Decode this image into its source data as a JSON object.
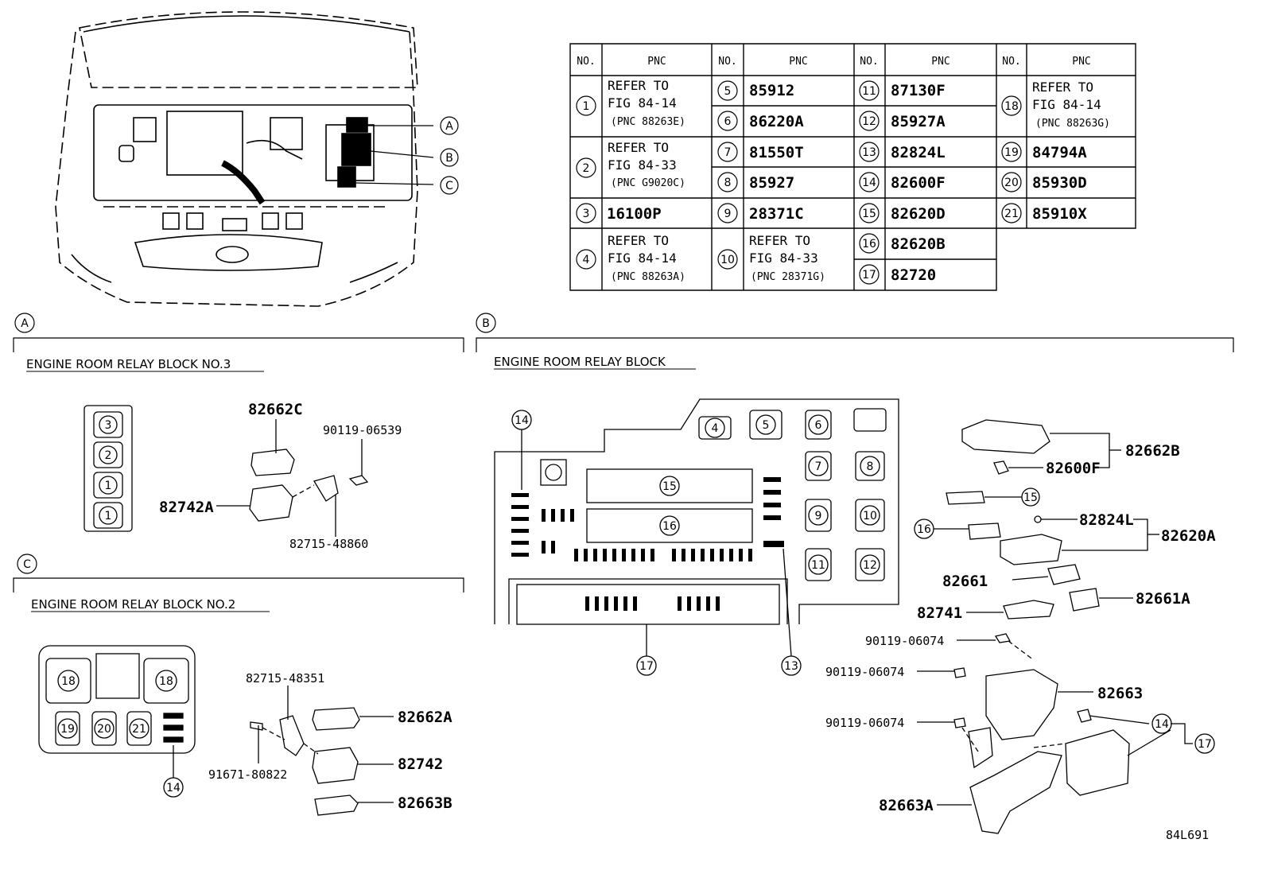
{
  "table": {
    "headers": [
      "NO.",
      "PNC",
      "NO.",
      "PNC",
      "NO.",
      "PNC",
      "NO.",
      "PNC"
    ],
    "col1": [
      {
        "no": "1",
        "line1": "REFER TO",
        "line2": "FIG 84-14",
        "line3": "(PNC 88263E)"
      },
      {
        "no": "2",
        "line1": "REFER TO",
        "line2": "FIG 84-33",
        "line3": "(PNC G9020C)"
      },
      {
        "no": "3",
        "pnc": "16100P"
      },
      {
        "no": "4",
        "line1": "REFER TO",
        "line2": "FIG 84-14",
        "line3": "(PNC 88263A)"
      }
    ],
    "col2": [
      {
        "no": "5",
        "pnc": "85912"
      },
      {
        "no": "6",
        "pnc": "86220A"
      },
      {
        "no": "7",
        "pnc": "81550T"
      },
      {
        "no": "8",
        "pnc": "85927"
      },
      {
        "no": "9",
        "pnc": "28371C"
      },
      {
        "no": "10",
        "line1": "REFER TO",
        "line2": "FIG 84-33",
        "line3": "(PNC 28371G)"
      }
    ],
    "col3": [
      {
        "no": "11",
        "pnc": "87130F"
      },
      {
        "no": "12",
        "pnc": "85927A"
      },
      {
        "no": "13",
        "pnc": "82824L"
      },
      {
        "no": "14",
        "pnc": "82600F"
      },
      {
        "no": "15",
        "pnc": "82620D"
      },
      {
        "no": "16",
        "pnc": "82620B"
      },
      {
        "no": "17",
        "pnc": "82720"
      }
    ],
    "col4": [
      {
        "no": "18",
        "line1": "REFER TO",
        "line2": "FIG 84-14",
        "line3": "(PNC 88263G)"
      },
      {
        "no": "19",
        "pnc": "84794A"
      },
      {
        "no": "20",
        "pnc": "85930D"
      },
      {
        "no": "21",
        "pnc": "85910X"
      }
    ]
  },
  "callouts": {
    "a": "A",
    "b": "B",
    "c": "C"
  },
  "sections": {
    "a": {
      "letter": "A",
      "title": "ENGINE ROOM RELAY BLOCK NO.3"
    },
    "b": {
      "letter": "B",
      "title": "ENGINE ROOM RELAY BLOCK"
    },
    "c": {
      "letter": "C",
      "title": "ENGINE ROOM RELAY BLOCK NO.2"
    }
  },
  "block_a": {
    "slots": [
      "3",
      "2",
      "1",
      "1"
    ],
    "parts": {
      "p1": "82662C",
      "p2": "90119-06539",
      "p3": "82742A",
      "p4": "82715-48860"
    }
  },
  "block_c": {
    "slots": [
      "18",
      "18",
      "19",
      "20",
      "21",
      "14"
    ],
    "parts": {
      "p1": "82715-48351",
      "p2": "82662A",
      "p3": "82742",
      "p4": "91671-80822",
      "p5": "82663B"
    }
  },
  "block_b": {
    "slots": [
      "14",
      "4",
      "5",
      "6",
      "7",
      "8",
      "9",
      "10",
      "11",
      "12",
      "15",
      "16",
      "17",
      "13"
    ],
    "parts": {
      "p1": "82662B",
      "p2": "82600F",
      "p3": "15",
      "p4": "82824L",
      "p5": "16",
      "p6": "82620A",
      "p7": "82661",
      "p8": "82741",
      "p9": "82661A",
      "p10": "90119-06074",
      "p11": "90119-06074",
      "p12": "82663",
      "p13": "90119-06074",
      "p14": "14",
      "p15": "17",
      "p16": "82663A"
    }
  },
  "figure_id": "84L691"
}
